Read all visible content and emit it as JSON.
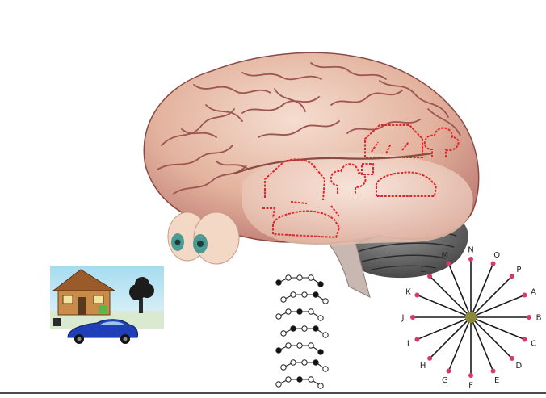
{
  "colors": {
    "brain": "#d9a58e",
    "brain_shadow": "#a35f55",
    "overlay_red": "#e0262a",
    "cerebellum": "#5b5b5b",
    "spoke_dot": "#d63a6a",
    "hub": "#8a8a3a",
    "car_blue": "#1f3fb8",
    "sky": "#b8e3f0"
  },
  "icons": [
    "brain-illustration",
    "house-icon",
    "tree-icon",
    "car-icon",
    "eye-icon",
    "cerebellum-icon",
    "spinal-cord-icon"
  ],
  "radial_diagram": {
    "labels": [
      "A",
      "B",
      "C",
      "D",
      "E",
      "F",
      "G",
      "H",
      "I",
      "J",
      "K",
      "L",
      "M",
      "N",
      "O",
      "P"
    ]
  },
  "chain_diagram": {
    "rows": 7
  }
}
